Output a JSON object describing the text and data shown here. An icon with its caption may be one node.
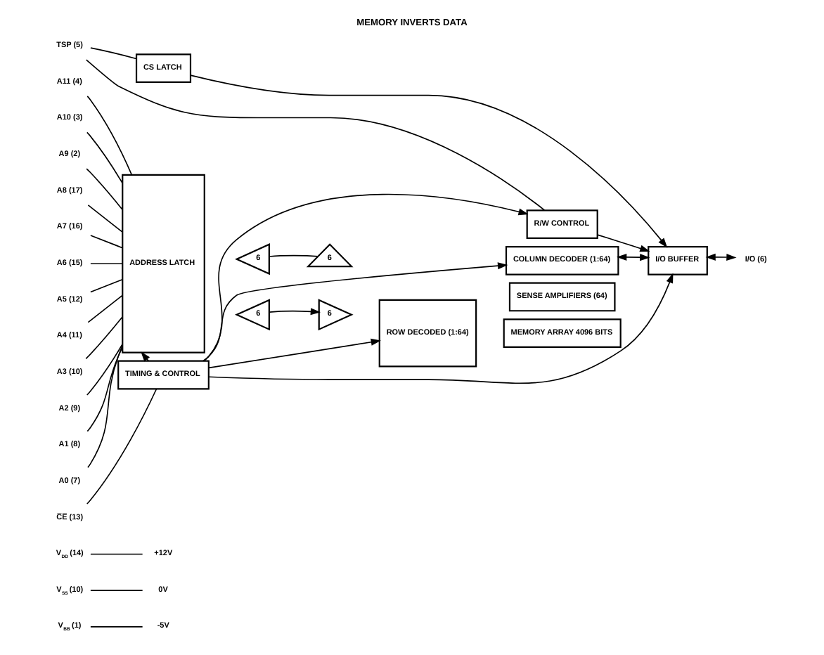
{
  "diagram": {
    "title": "MEMORY INVERTS DATA",
    "nodes": [
      {
        "text": [
          "TSP (5)"
        ]
      },
      {
        "text": [
          "CS LATCH"
        ]
      },
      {
        "text": [
          "ADDRESS LATCH"
        ]
      },
      {
        "text": [
          "A11 (4)"
        ]
      },
      {
        "text": [
          "A10 (3)"
        ]
      },
      {
        "text": [
          "A9 (2)"
        ]
      },
      {
        "text": [
          "A8 (17)"
        ]
      },
      {
        "text": [
          "A7 (16)"
        ]
      },
      {
        "text": [
          "A6 (15)"
        ]
      },
      {
        "text": [
          "A5 (12)"
        ]
      },
      {
        "text": [
          "A4 (11)"
        ]
      },
      {
        "text": [
          "A3 (10)"
        ]
      },
      {
        "text": [
          "A2 (9)"
        ]
      },
      {
        "text": [
          "A1 (8)"
        ]
      },
      {
        "text": [
          "A0 (7)"
        ]
      },
      {
        "text": [
          "6"
        ]
      },
      {
        "text": [
          "6"
        ]
      },
      {
        "text": [
          "6"
        ]
      },
      {
        "text": [
          "6"
        ]
      },
      {
        "text": [
          "R/W CONTROL"
        ]
      },
      {
        "text": [
          "COLUMN DECODER (1:64)"
        ]
      },
      {
        "text": [
          "SENSE AMPLIFIERS (64)"
        ]
      },
      {
        "text": [
          "ROW DECODED (1:64)"
        ]
      },
      {
        "text": [
          "MEMORY ARRAY 4096 BITS"
        ]
      },
      {
        "text": [
          "I/O̅ BUFFER"
        ]
      },
      {
        "text": [
          "I/O̅ (6)"
        ]
      },
      {
        "text": [
          "C̅E̅ (13)"
        ]
      },
      {
        "text": [
          "TIMING & CONTROL"
        ]
      },
      {
        "text": [
          "V$_{DD}$ (14)"
        ]
      },
      {
        "text": [
          "+12V"
        ]
      },
      {
        "text": [
          "V$_{SS}$ (10)"
        ]
      },
      {
        "text": [
          "0V"
        ]
      },
      {
        "text": [
          "V$_{BB}$ (1)"
        ]
      },
      {
        "text": [
          "-5V"
        ]
      }
    ],
    "edges": [
      {
        "from": 0,
        "to": 1,
        "arrow": "none"
      },
      {
        "from": 0,
        "to": 19,
        "arrow": "none"
      },
      {
        "from": 1,
        "to": 24,
        "arrow": "to"
      },
      {
        "from": 19,
        "to": 24,
        "arrow": "to"
      },
      {
        "from": 3,
        "to": 2,
        "arrow": "none"
      },
      {
        "from": 4,
        "to": 2,
        "arrow": "none"
      },
      {
        "from": 5,
        "to": 2,
        "arrow": "none"
      },
      {
        "from": 6,
        "to": 2,
        "arrow": "none"
      },
      {
        "from": 7,
        "to": 2,
        "arrow": "none"
      },
      {
        "from": 8,
        "to": 2,
        "arrow": "none"
      },
      {
        "from": 9,
        "to": 2,
        "arrow": "none"
      },
      {
        "from": 10,
        "to": 2,
        "arrow": "none"
      },
      {
        "from": 11,
        "to": 2,
        "arrow": "none"
      },
      {
        "from": 12,
        "to": 2,
        "arrow": "none"
      },
      {
        "from": 13,
        "to": 2,
        "arrow": "none"
      },
      {
        "from": 14,
        "to": 2,
        "arrow": "none"
      },
      {
        "from": 15,
        "to": 17,
        "arrow": "none"
      },
      {
        "from": 16,
        "to": 18,
        "arrow": "to"
      },
      {
        "from": 26,
        "to": 27,
        "arrow": "none"
      },
      {
        "from": 27,
        "to": 2,
        "arrow": "to"
      },
      {
        "from": 27,
        "to": 20,
        "arrow": "to"
      },
      {
        "from": 27,
        "to": 22,
        "arrow": "to"
      },
      {
        "from": 27,
        "to": 19,
        "arrow": "to"
      },
      {
        "from": 27,
        "to": 24,
        "arrow": "to"
      },
      {
        "from": 20,
        "to": 24,
        "arrow": "both"
      },
      {
        "from": 24,
        "to": 25,
        "arrow": "both"
      },
      {
        "from": 28,
        "to": 29,
        "arrow": "none"
      },
      {
        "from": 30,
        "to": 31,
        "arrow": "none"
      },
      {
        "from": 32,
        "to": 33,
        "arrow": "none"
      }
    ]
  }
}
